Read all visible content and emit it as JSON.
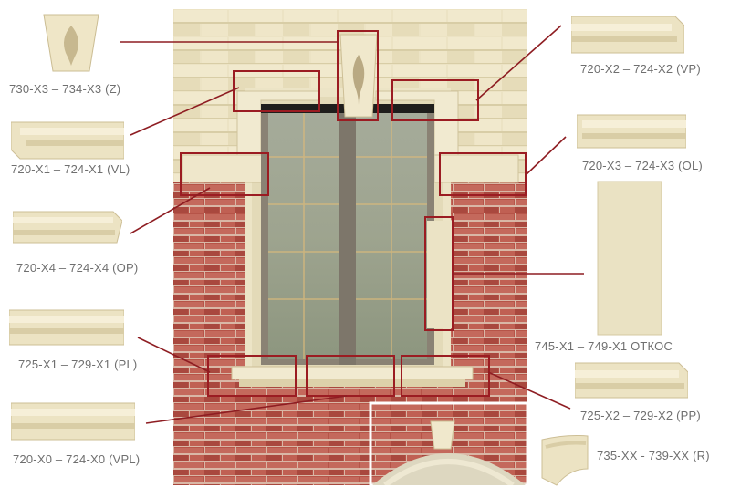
{
  "colors": {
    "brick": "#b8554a",
    "stone": "#e9dfbd",
    "trim": "#eee6c8",
    "window_frame": "#8d8577",
    "highlight_box": "#9b1c22",
    "leader_line": "#8e1d22",
    "label_text": "#6f6f6f"
  },
  "parts": [
    {
      "id": "keystone",
      "label": "730-X3 – 734-X3 (Z)",
      "icon": "keystone-ornament-icon"
    },
    {
      "id": "vl",
      "label": "720-X1 – 724-X1 (VL)",
      "icon": "corner-molding-icon"
    },
    {
      "id": "op",
      "label": "720-X4 – 724-X4 (OP)",
      "icon": "molding-icon"
    },
    {
      "id": "pl",
      "label": "725-X1 – 729-X1 (PL)",
      "icon": "sill-molding-icon"
    },
    {
      "id": "vpl",
      "label": "720-X0 – 724-X0 (VPL)",
      "icon": "molding-icon"
    },
    {
      "id": "vp",
      "label": "720-X2 – 724-X2 (VP)",
      "icon": "corner-molding-icon"
    },
    {
      "id": "ol",
      "label": "720-X3 – 724-X3 (OL)",
      "icon": "molding-icon"
    },
    {
      "id": "otkos",
      "label": "745-X1 – 749-X1 ОТКОС",
      "icon": "reveal-panel-icon"
    },
    {
      "id": "pp",
      "label": "725-X2 – 729-X2 (PP)",
      "icon": "sill-molding-icon"
    },
    {
      "id": "r",
      "label": "735-XX - 739-XX (R)",
      "icon": "arch-segment-icon"
    }
  ]
}
